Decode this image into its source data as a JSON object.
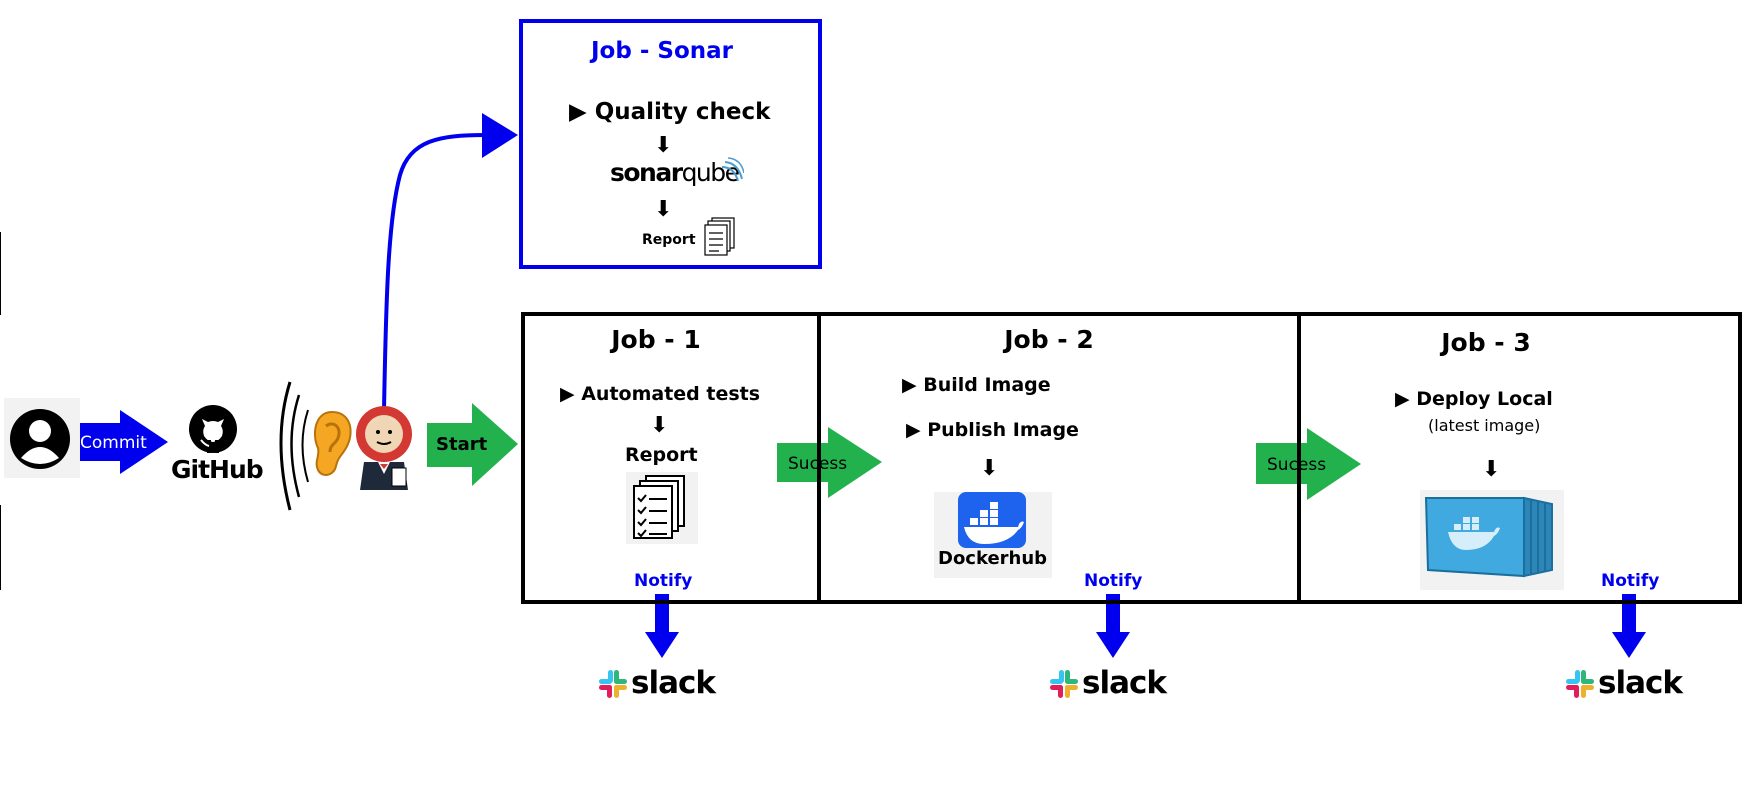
{
  "left": {
    "commit_label": "Commit",
    "github_label": "GitHub",
    "start_label": "Start"
  },
  "sonar": {
    "title": "Job - Sonar",
    "step": "▶ Quality check",
    "down_arrow": "⬇",
    "logo_bold": "sonar",
    "logo_regular": "qube",
    "report": "Report"
  },
  "job1": {
    "title": "Job - 1",
    "step": "▶ Automated tests",
    "down_arrow": "⬇",
    "report": "Report",
    "notify": "Notify"
  },
  "job2": {
    "title": "Job - 2",
    "step1": "▶ Build Image",
    "step2": "▶ Publish Image",
    "down_arrow": "⬇",
    "dockerhub": "Dockerhub",
    "notify": "Notify"
  },
  "job3": {
    "title": "Job - 3",
    "step": "▶ Deploy Local",
    "sub": "(latest image)",
    "down_arrow": "⬇",
    "notify": "Notify"
  },
  "transitions": {
    "success1": "Sucess",
    "success2": "Sucess"
  },
  "slack_label": "slack",
  "colors": {
    "blue": "#0000ee",
    "green": "#22b14c",
    "docker": "#1d63ed",
    "container": "#3fa9e0",
    "jenkins_red": "#d33833",
    "ear": "#f5a623"
  },
  "icons": [
    "user-icon",
    "github-icon",
    "signal-waves-icon",
    "ear-icon",
    "jenkins-icon",
    "report-icon",
    "docker-icon",
    "container-icon",
    "slack-icon"
  ]
}
